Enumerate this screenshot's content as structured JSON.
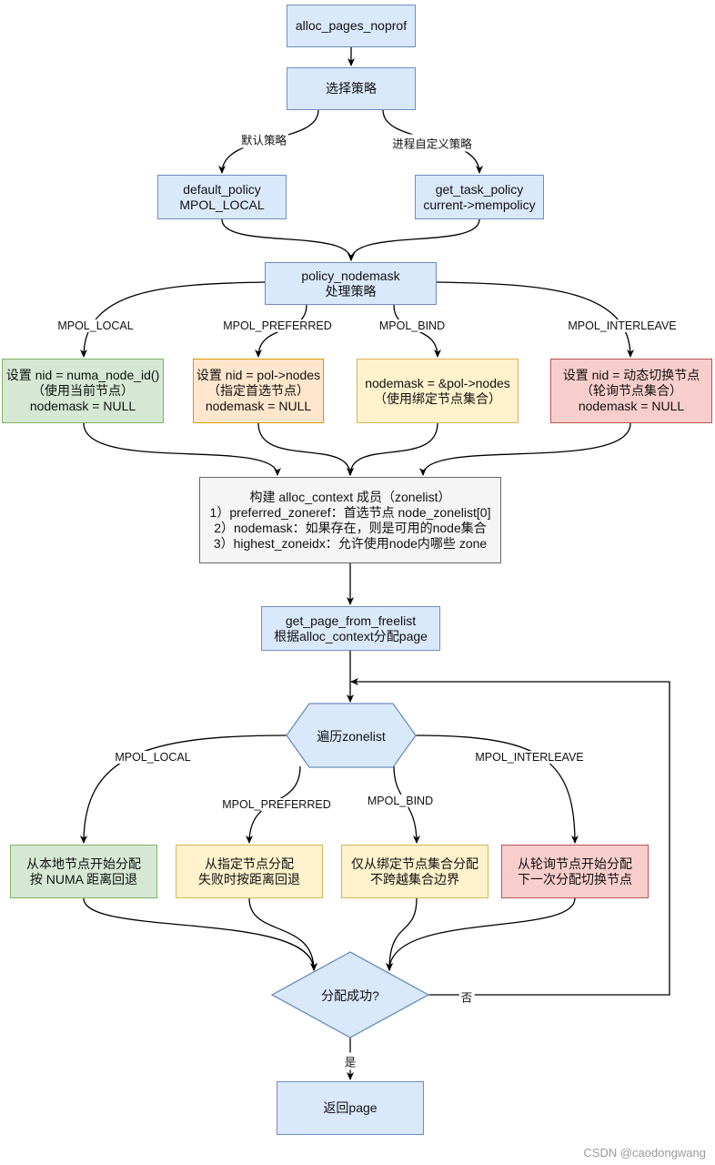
{
  "nodes": {
    "alloc_pages": "alloc_pages_noprof",
    "select_policy": "选择策略",
    "default_policy": [
      "default_policy",
      "MPOL_LOCAL"
    ],
    "task_policy": [
      "get_task_policy",
      "current->mempolicy"
    ],
    "policy_nodemask": [
      "policy_nodemask",
      "处理策略"
    ],
    "set_local": [
      "设置 nid = numa_node_id()",
      "（使用当前节点）",
      "nodemask = NULL"
    ],
    "set_preferred": [
      "设置 nid = pol->nodes",
      "（指定首选节点）",
      "nodemask = NULL"
    ],
    "set_bind": [
      "nodemask = &pol->nodes",
      "（使用绑定节点集合）"
    ],
    "set_interleave": [
      "设置 nid = 动态切换节点",
      "（轮询节点集合）",
      "nodemask = NULL"
    ],
    "build_ctx": [
      "构建 alloc_context 成员（zonelist）",
      "1）preferred_zoneref：首选节点 node_zonelist[0]",
      "2）nodemask：如果存在，则是可用的node集合",
      "3）highest_zoneidx：允许使用node内哪些 zone"
    ],
    "get_page": [
      "get_page_from_freelist",
      "根据alloc_context分配page"
    ],
    "traverse": "遍历zonelist",
    "alloc_local": [
      "从本地节点开始分配",
      "按 NUMA 距离回退"
    ],
    "alloc_preferred": [
      "从指定节点分配",
      "失败时按距离回退"
    ],
    "alloc_bind": [
      "仅从绑定节点集合分配",
      "不跨越集合边界"
    ],
    "alloc_interleave": [
      "从轮询节点开始分配",
      "下一次分配切换节点"
    ],
    "success": "分配成功?",
    "return_page": "返回page"
  },
  "edge_labels": {
    "default": "默认策略",
    "custom": "进程自定义策略",
    "local_1": "MPOL_LOCAL",
    "preferred_1": "MPOL_PREFERRED",
    "bind_1": "MPOL_BIND",
    "interleave_1": "MPOL_INTERLEAVE",
    "local_2": "MPOL_LOCAL",
    "preferred_2": "MPOL_PREFERRED",
    "bind_2": "MPOL_BIND",
    "interleave_2": "MPOL_INTERLEAVE",
    "no": "否",
    "yes": "是"
  },
  "watermark": "CSDN @caodongwang",
  "colors": {
    "blue_fill": "#dae8fc",
    "blue_stroke": "#6c8ebf",
    "green_fill": "#d5e8d4",
    "green_stroke": "#82b366",
    "orange_fill": "#ffe6cc",
    "orange_stroke": "#d79b00",
    "yellow_fill": "#fff2cc",
    "yellow_stroke": "#d6b656",
    "red_fill": "#f8cecc",
    "red_stroke": "#b85450",
    "gray_fill": "#f5f5f5",
    "gray_stroke": "#666666"
  }
}
